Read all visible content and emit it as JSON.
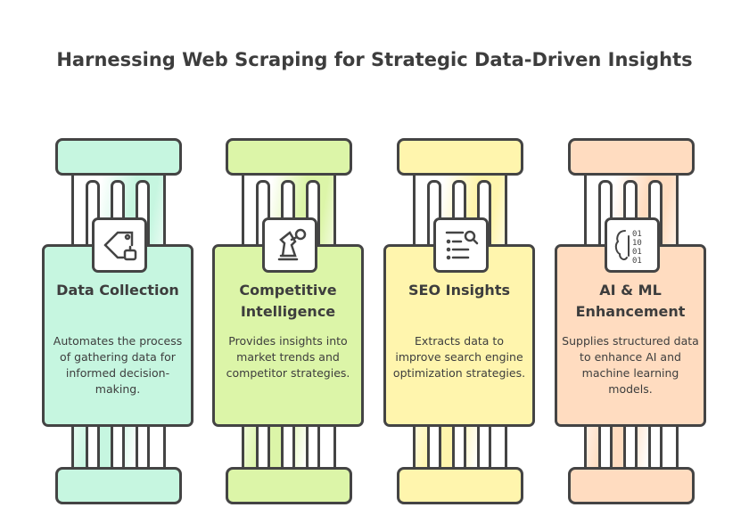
{
  "title": "Harnessing Web Scraping for Strategic Data-Driven Insights",
  "pillars": [
    {
      "heading": "Data Collection",
      "description": "Automates the process of gathering data for informed decision-making.",
      "icon": "price-tag-robot-icon",
      "color": "#c6f6e0"
    },
    {
      "heading": "Competitive Intelligence",
      "description": "Provides insights into market trends and competitor strategies.",
      "icon": "chess-knight-icon",
      "color": "#dcf5a8"
    },
    {
      "heading": "SEO Insights",
      "description": "Extracts data to improve search engine optimization strategies.",
      "icon": "search-list-icon",
      "color": "#fff5ad"
    },
    {
      "heading": "AI & ML Enhancement",
      "description": "Supplies structured data to enhance AI and machine learning models.",
      "icon": "brain-binary-icon",
      "color": "#ffdcc0"
    }
  ]
}
